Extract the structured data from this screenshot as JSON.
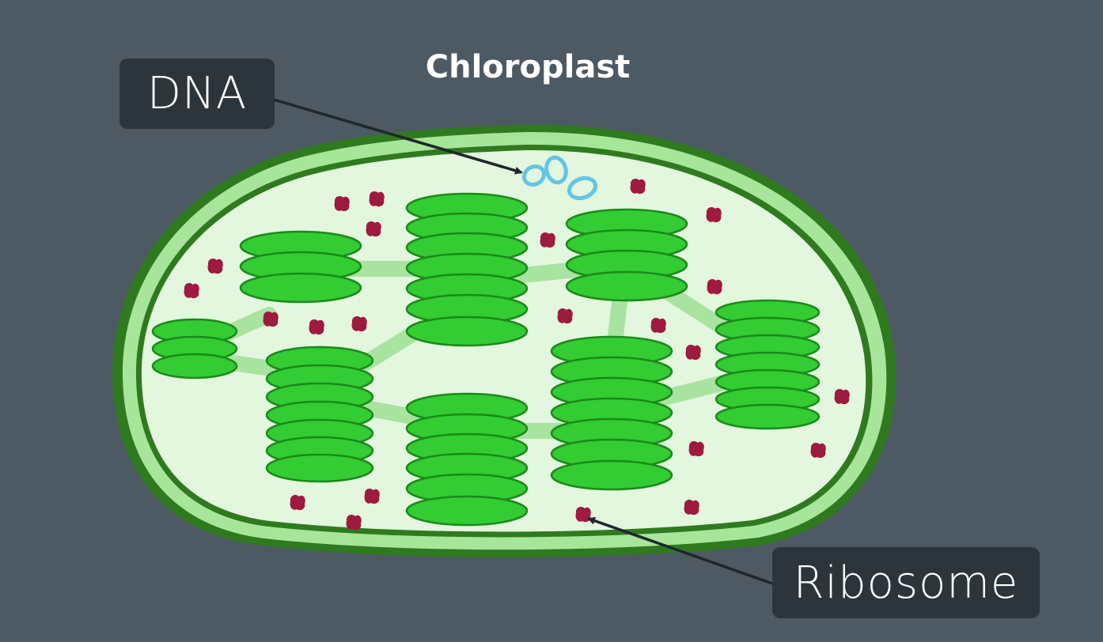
{
  "title": "Chloroplast",
  "labels": {
    "dna": "DNA",
    "ribosome": "Ribosome"
  },
  "colors": {
    "background": "#4d5a64",
    "label_box": "#2c353c",
    "outer_membrane": "#2f7a1f",
    "intermembrane": "#a6e59a",
    "stroma": "#e3f6de",
    "thylakoid_fill": "#33cc33",
    "thylakoid_stroke": "#1a8a1a",
    "lamella": "#a9e3a0",
    "ribosome": "#9e1a3f",
    "dna": "#62c6e6",
    "arrow": "#1f272d"
  }
}
